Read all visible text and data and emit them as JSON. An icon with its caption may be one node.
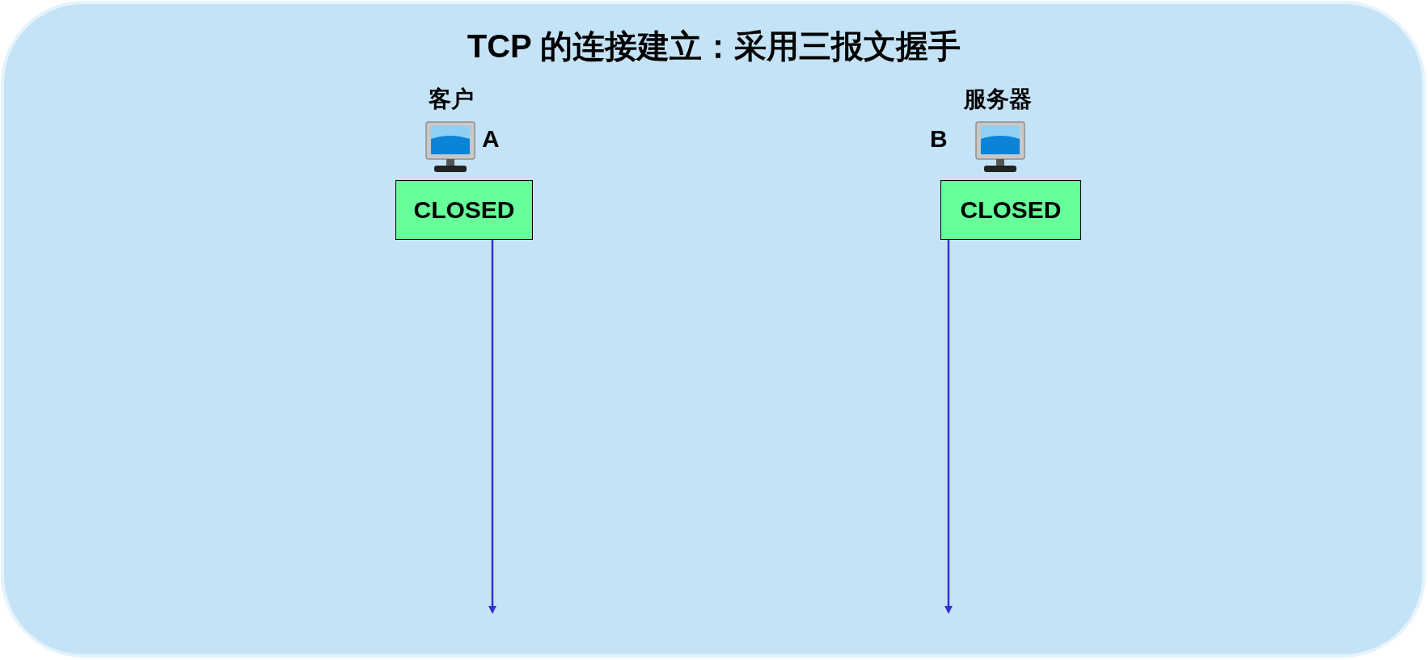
{
  "diagram": {
    "title": "TCP 的连接建立：采用三报文握手",
    "nodes": [
      {
        "text": [
          "CLOSED"
        ]
      },
      {
        "text": [
          "CLOSED"
        ]
      }
    ],
    "edges": [
      {
        "from": 0,
        "to": null,
        "arrow": "to"
      },
      {
        "from": 1,
        "to": null,
        "arrow": "to"
      }
    ],
    "labels": [
      "客户",
      "A",
      "B",
      "服务器"
    ]
  }
}
